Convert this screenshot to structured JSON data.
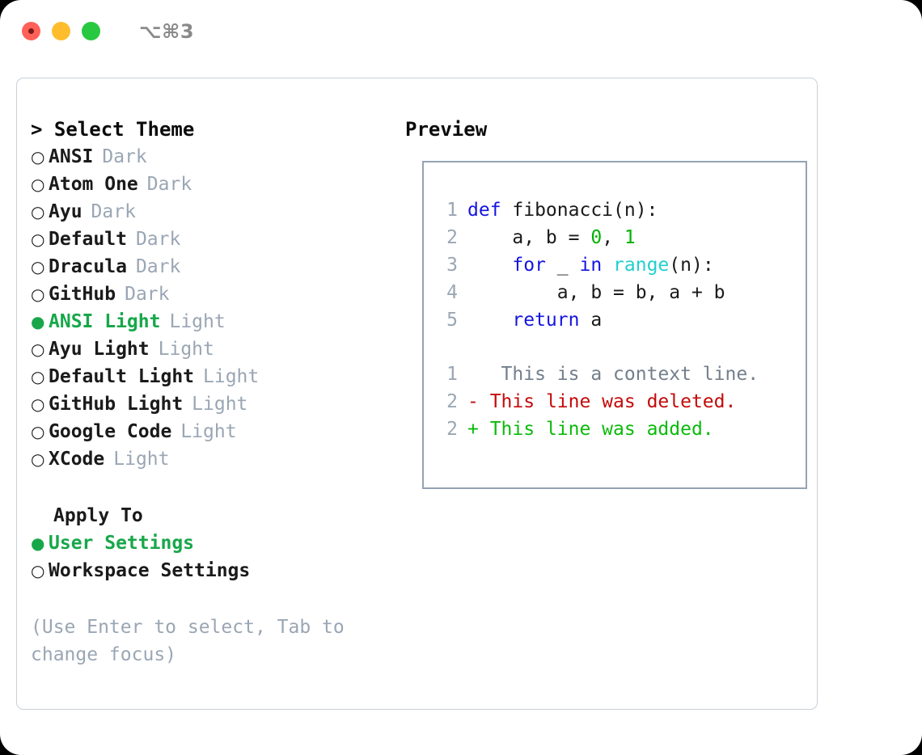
{
  "titlebar": {
    "shortcut": "⌥⌘3",
    "lights": [
      {
        "name": "close",
        "color": "#FF6159"
      },
      {
        "name": "minimize",
        "color": "#FFBD2E"
      },
      {
        "name": "maximize",
        "color": "#28C840"
      }
    ]
  },
  "theme_panel": {
    "header": "> Select Theme",
    "items": [
      {
        "bullet": "○",
        "name": "ANSI",
        "badge": "Dark",
        "selected": false
      },
      {
        "bullet": "○",
        "name": "Atom One",
        "badge": "Dark",
        "selected": false
      },
      {
        "bullet": "○",
        "name": "Ayu",
        "badge": "Dark",
        "selected": false
      },
      {
        "bullet": "○",
        "name": "Default",
        "badge": "Dark",
        "selected": false
      },
      {
        "bullet": "○",
        "name": "Dracula",
        "badge": "Dark",
        "selected": false
      },
      {
        "bullet": "○",
        "name": "GitHub",
        "badge": "Dark",
        "selected": false
      },
      {
        "bullet": "●",
        "name": "ANSI Light",
        "badge": "Light",
        "selected": true
      },
      {
        "bullet": "○",
        "name": "Ayu Light",
        "badge": "Light",
        "selected": false
      },
      {
        "bullet": "○",
        "name": "Default Light",
        "badge": "Light",
        "selected": false
      },
      {
        "bullet": "○",
        "name": "GitHub Light",
        "badge": "Light",
        "selected": false
      },
      {
        "bullet": "○",
        "name": "Google Code",
        "badge": "Light",
        "selected": false
      },
      {
        "bullet": "○",
        "name": "XCode",
        "badge": "Light",
        "selected": false
      }
    ]
  },
  "apply_to": {
    "title": "Apply To",
    "options": [
      {
        "bullet": "●",
        "label": "User Settings",
        "selected": true
      },
      {
        "bullet": "○",
        "label": "Workspace Settings",
        "selected": false
      }
    ]
  },
  "hint": "(Use Enter to select, Tab to change focus)",
  "preview": {
    "header": "Preview",
    "code_lines": [
      {
        "num": "1",
        "tokens": [
          {
            "t": "def",
            "c": "kw"
          },
          {
            "t": " fibonacci(n):",
            "c": "plain"
          }
        ]
      },
      {
        "num": "2",
        "tokens": [
          {
            "t": "    a, b = ",
            "c": "plain"
          },
          {
            "t": "0",
            "c": "num"
          },
          {
            "t": ", ",
            "c": "plain"
          },
          {
            "t": "1",
            "c": "num"
          }
        ]
      },
      {
        "num": "3",
        "tokens": [
          {
            "t": "    ",
            "c": "plain"
          },
          {
            "t": "for",
            "c": "kw"
          },
          {
            "t": " _ ",
            "c": "plain"
          },
          {
            "t": "in",
            "c": "kw"
          },
          {
            "t": " ",
            "c": "plain"
          },
          {
            "t": "range",
            "c": "fn"
          },
          {
            "t": "(n):",
            "c": "plain"
          }
        ]
      },
      {
        "num": "4",
        "tokens": [
          {
            "t": "        a, b = b, a + b",
            "c": "plain"
          }
        ]
      },
      {
        "num": "5",
        "tokens": [
          {
            "t": "    ",
            "c": "plain"
          },
          {
            "t": "return",
            "c": "kw"
          },
          {
            "t": " a",
            "c": "plain"
          }
        ]
      }
    ],
    "diff_lines": [
      {
        "num": "1",
        "marker": " ",
        "text": "  This is a context line.",
        "kind": "ctx"
      },
      {
        "num": "2",
        "marker": "-",
        "text": " This line was deleted.",
        "kind": "del"
      },
      {
        "num": "2",
        "marker": "+",
        "text": " This line was added.",
        "kind": "add"
      }
    ]
  },
  "colors": {
    "accent_green": "#17a74a",
    "muted": "#9aa6b4",
    "keyword_blue": "#1414e0",
    "number_green": "#00b200",
    "function_cyan": "#20d0d0",
    "diff_delete_red": "#c40a0a",
    "diff_add_green": "#0bba0b",
    "panel_border": "#c9cfd8",
    "preview_border": "#94a3b4"
  }
}
